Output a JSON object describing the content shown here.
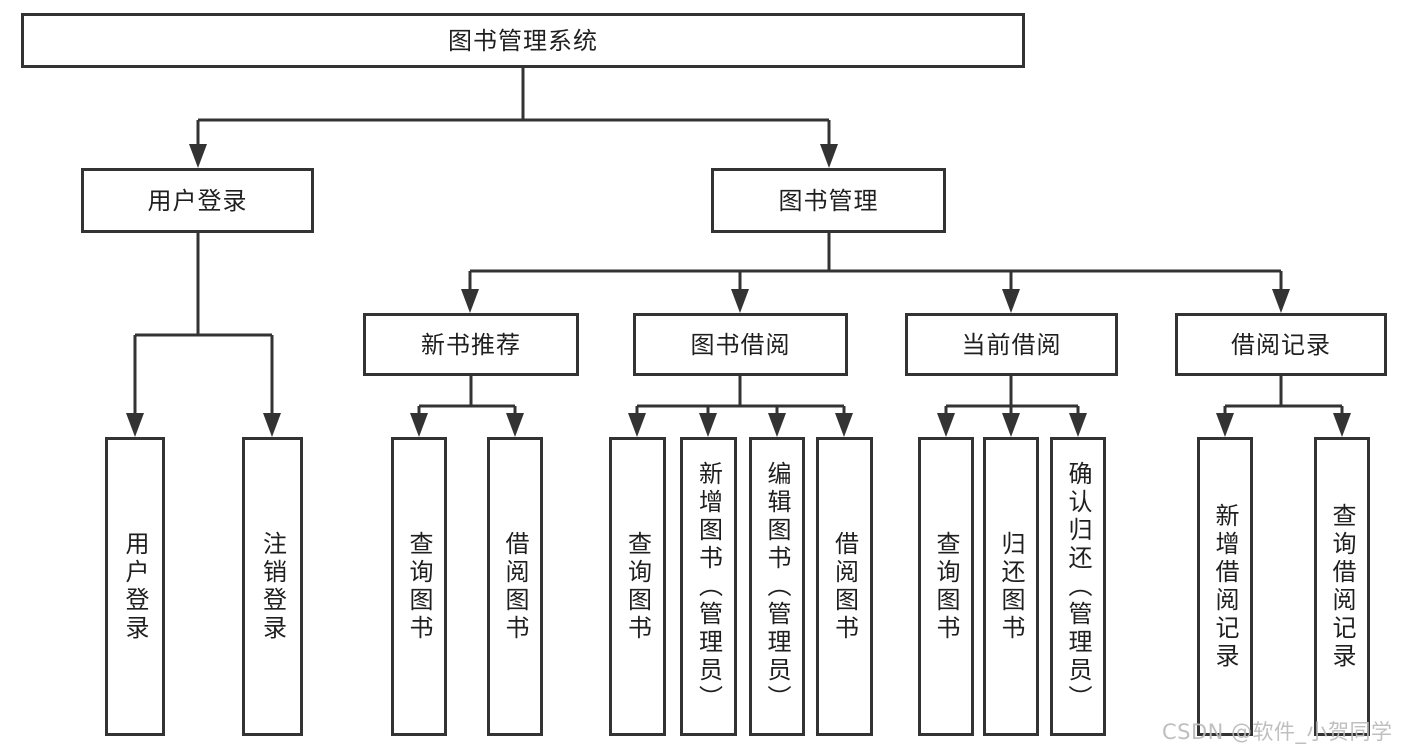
{
  "diagram_type": "functional-structure-tree",
  "colors": {
    "background": "#ffffff",
    "line": "#333333",
    "box_border": "#333333",
    "text": "#1f1f1f",
    "watermark": "#bcbcbc"
  },
  "tree": {
    "root": {
      "label": "图书管理系统",
      "children": [
        {
          "label": "用户登录",
          "children": [
            {
              "label": "用户登录"
            },
            {
              "label": "注销登录"
            }
          ]
        },
        {
          "label": "图书管理",
          "children": [
            {
              "label": "新书推荐",
              "children": [
                {
                  "label": "查询图书"
                },
                {
                  "label": "借阅图书"
                }
              ]
            },
            {
              "label": "图书借阅",
              "children": [
                {
                  "label": "查询图书"
                },
                {
                  "label": "新增图书（管理员）"
                },
                {
                  "label": "编辑图书（管理员）"
                },
                {
                  "label": "借阅图书"
                }
              ]
            },
            {
              "label": "当前借阅",
              "children": [
                {
                  "label": "查询图书"
                },
                {
                  "label": "归还图书"
                },
                {
                  "label": "确认归还（管理员）"
                }
              ]
            },
            {
              "label": "借阅记录",
              "children": [
                {
                  "label": "新增借阅记录"
                },
                {
                  "label": "查询借阅记录"
                }
              ]
            }
          ]
        }
      ]
    }
  },
  "watermark": {
    "text": "CSDN @软件_小贺同学"
  }
}
